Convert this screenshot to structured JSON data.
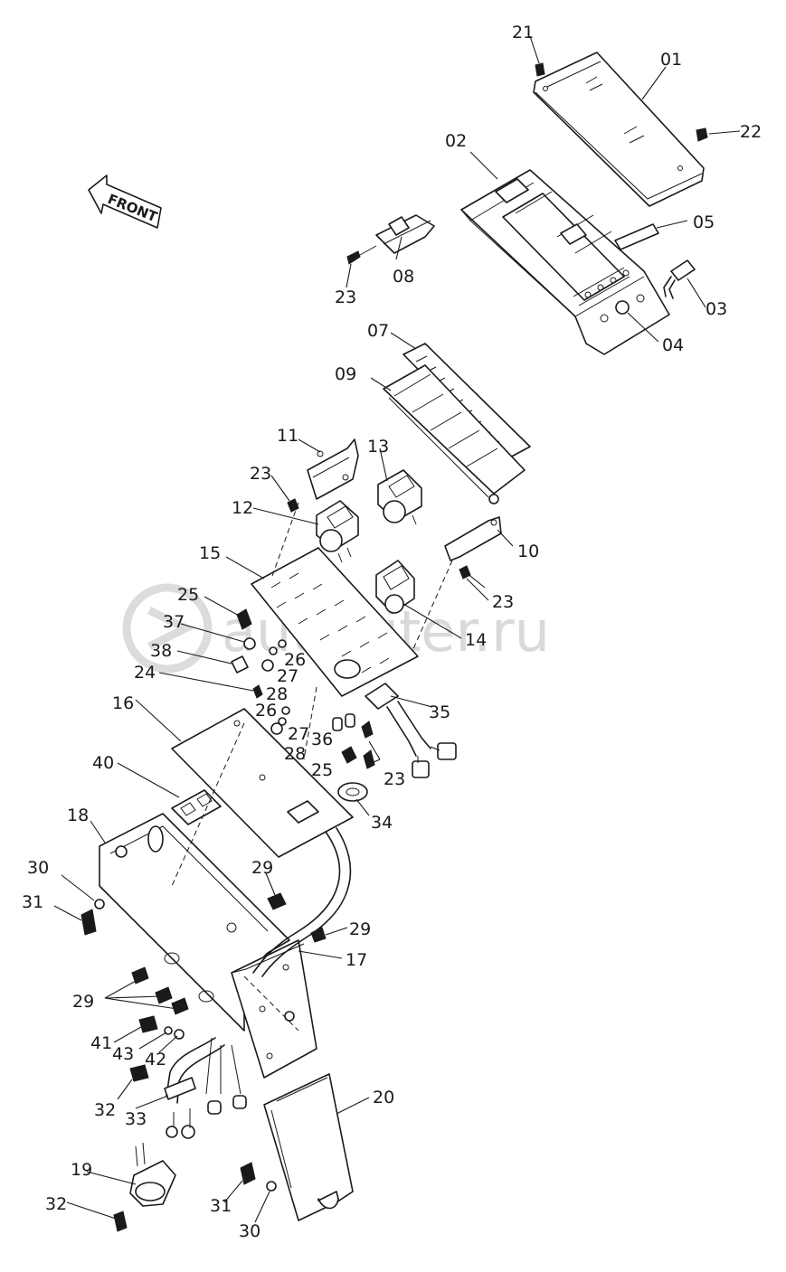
{
  "direction_label": "FRONT",
  "watermark": "autopiter.ru",
  "callouts": [
    {
      "id": "c01",
      "label": "01"
    },
    {
      "id": "c02",
      "label": "02"
    },
    {
      "id": "c03",
      "label": "03"
    },
    {
      "id": "c04",
      "label": "04"
    },
    {
      "id": "c05",
      "label": "05"
    },
    {
      "id": "c07",
      "label": "07"
    },
    {
      "id": "c08",
      "label": "08"
    },
    {
      "id": "c09",
      "label": "09"
    },
    {
      "id": "c10",
      "label": "10"
    },
    {
      "id": "c11",
      "label": "11"
    },
    {
      "id": "c12",
      "label": "12"
    },
    {
      "id": "c13",
      "label": "13"
    },
    {
      "id": "c14",
      "label": "14"
    },
    {
      "id": "c15",
      "label": "15"
    },
    {
      "id": "c16",
      "label": "16"
    },
    {
      "id": "c17",
      "label": "17"
    },
    {
      "id": "c18",
      "label": "18"
    },
    {
      "id": "c19",
      "label": "19"
    },
    {
      "id": "c20",
      "label": "20"
    },
    {
      "id": "c21",
      "label": "21"
    },
    {
      "id": "c22",
      "label": "22"
    },
    {
      "id": "c23a",
      "label": "23"
    },
    {
      "id": "c23b",
      "label": "23"
    },
    {
      "id": "c23c",
      "label": "23"
    },
    {
      "id": "c23d",
      "label": "23"
    },
    {
      "id": "c24",
      "label": "24"
    },
    {
      "id": "c25a",
      "label": "25"
    },
    {
      "id": "c25b",
      "label": "25"
    },
    {
      "id": "c26a",
      "label": "26"
    },
    {
      "id": "c26b",
      "label": "26"
    },
    {
      "id": "c27a",
      "label": "27"
    },
    {
      "id": "c27b",
      "label": "27"
    },
    {
      "id": "c28a",
      "label": "28"
    },
    {
      "id": "c28b",
      "label": "28"
    },
    {
      "id": "c29a",
      "label": "29"
    },
    {
      "id": "c29b",
      "label": "29"
    },
    {
      "id": "c29c",
      "label": "29"
    },
    {
      "id": "c30a",
      "label": "30"
    },
    {
      "id": "c30b",
      "label": "30"
    },
    {
      "id": "c31a",
      "label": "31"
    },
    {
      "id": "c31b",
      "label": "31"
    },
    {
      "id": "c32a",
      "label": "32"
    },
    {
      "id": "c32b",
      "label": "32"
    },
    {
      "id": "c33",
      "label": "33"
    },
    {
      "id": "c34",
      "label": "34"
    },
    {
      "id": "c35",
      "label": "35"
    },
    {
      "id": "c36",
      "label": "36"
    },
    {
      "id": "c37",
      "label": "37"
    },
    {
      "id": "c38",
      "label": "38"
    },
    {
      "id": "c40",
      "label": "40"
    },
    {
      "id": "c41",
      "label": "41"
    },
    {
      "id": "c42",
      "label": "42"
    },
    {
      "id": "c43",
      "label": "43"
    }
  ]
}
